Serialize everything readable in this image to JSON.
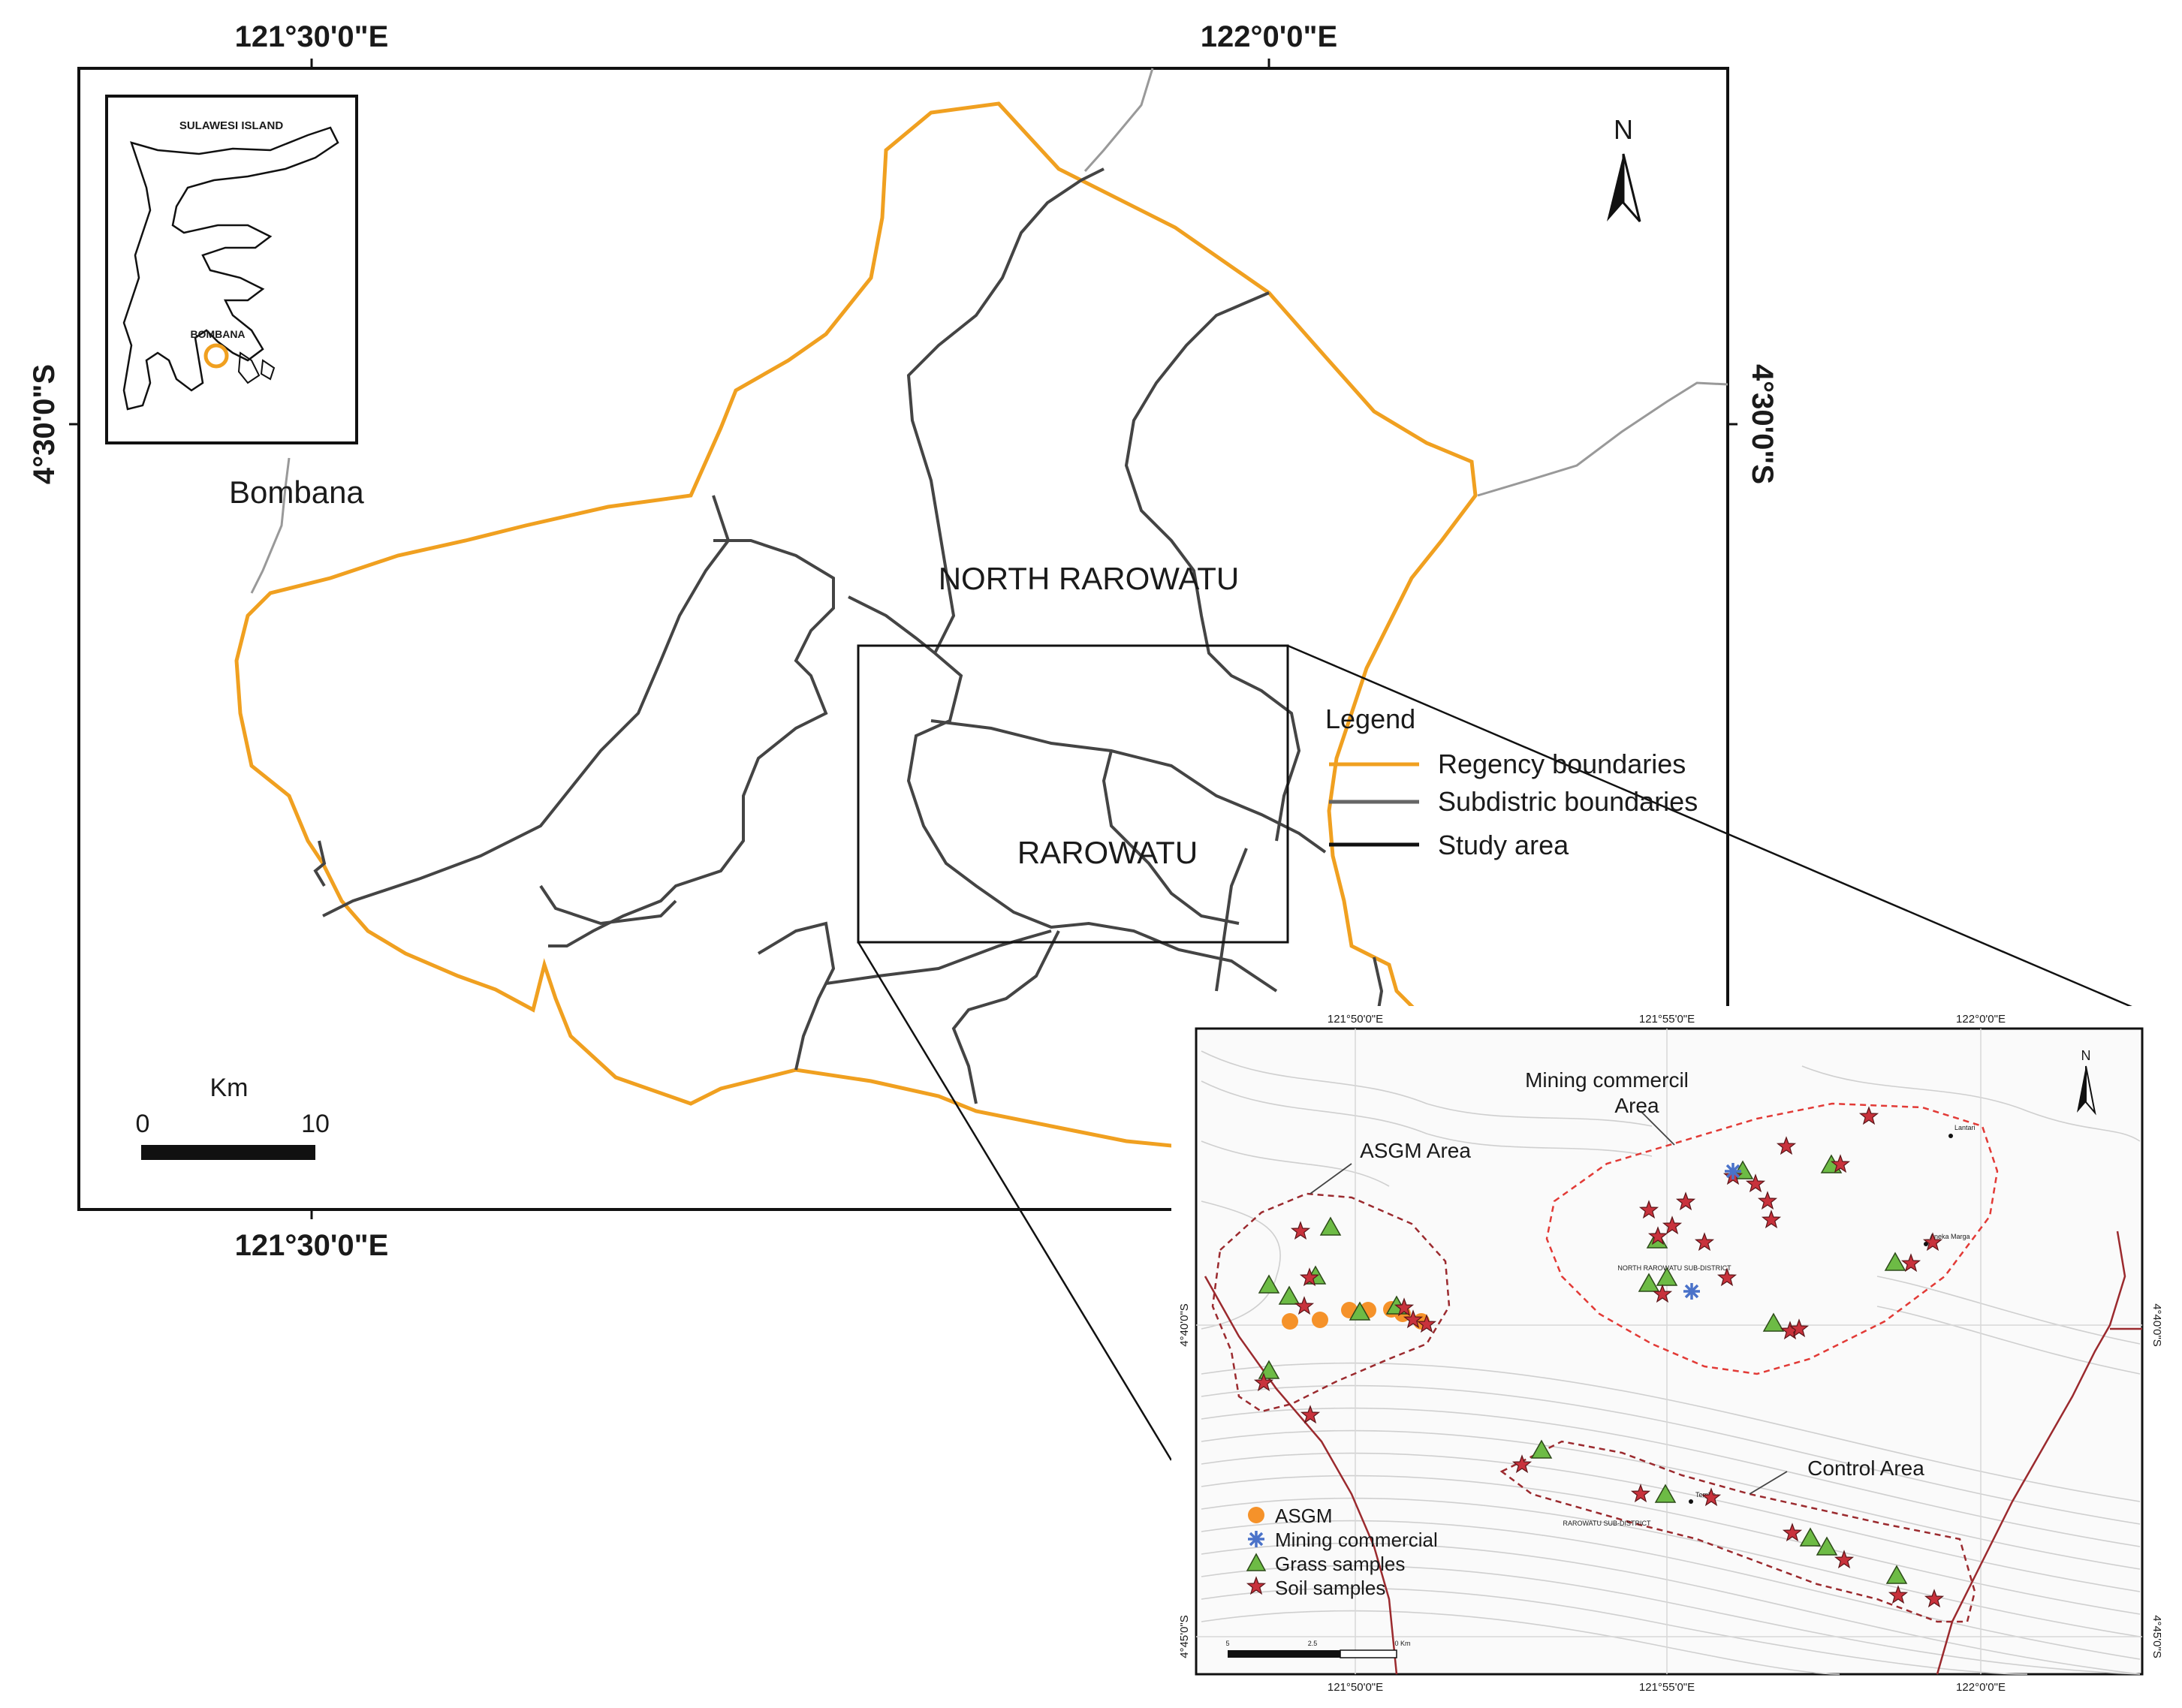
{
  "main_map": {
    "coords": {
      "top_left_lon": "121°30'0\"E",
      "top_right_lon": "122°0'0\"E",
      "bottom_lon": "121°30'0\"E",
      "left_lat": "4°30'0\"S",
      "right_lat": "4°30'0\"S"
    },
    "north_label": "N",
    "inset_title": "SULAWESI ISLAND",
    "inset_marker": "BOMBANA",
    "place_bombana": "Bombana",
    "region_north": "NORTH RAROWATU",
    "region_south": "RAROWATU",
    "legend": {
      "title": "Legend",
      "items": [
        {
          "label": "Regency boundaries",
          "color": "#f0a020"
        },
        {
          "label": "Subdistric boundaries",
          "color": "#666666"
        },
        {
          "label": "Study area",
          "color": "#111111"
        }
      ]
    },
    "scale": {
      "unit": "Km",
      "start": "0",
      "end": "10"
    },
    "colors": {
      "regency": "#f0a020",
      "subdistrict": "#444444",
      "road": "#999999"
    }
  },
  "detail_map": {
    "coords": {
      "top_lon_1": "121°50'0\"E",
      "top_lon_2": "121°55'0\"E",
      "top_lon_3": "122°0'0\"E",
      "bottom_lon_1": "121°50'0\"E",
      "bottom_lon_2": "121°55'0\"E",
      "bottom_lon_3": "122°0'0\"E",
      "left_lat_1": "4°40'0\"S",
      "left_lat_2": "4°45'0\"S",
      "right_lat_1": "4°40'0\"S",
      "right_lat_2": "4°45'0\"S"
    },
    "north_label": "N",
    "areas": {
      "mining": "Mining commercil\nArea",
      "asgm": "ASGM Area",
      "control": "Control Area"
    },
    "subdistricts": {
      "north": "NORTH RAROWATU SUB-DISTRICT",
      "south": "RAROWATU SUB-DISTRICT"
    },
    "villages": [
      "Lantari",
      "Aneka Marga",
      "Tembe"
    ],
    "legend": [
      {
        "label": "ASGM",
        "marker": "circle",
        "color": "#f5922a"
      },
      {
        "label": "Mining commercial",
        "marker": "asterisk",
        "color": "#4a72c9"
      },
      {
        "label": "Grass samples",
        "marker": "triangle",
        "color": "#6dbb45"
      },
      {
        "label": "Soil samples",
        "marker": "star",
        "color": "#c8323c"
      }
    ],
    "scale": {
      "labels": [
        "5",
        "2.5",
        "0 Km"
      ]
    },
    "samples": {
      "asgm_count": 7,
      "mining_count": 2,
      "grass_count": 19,
      "soil_count": 33
    }
  }
}
